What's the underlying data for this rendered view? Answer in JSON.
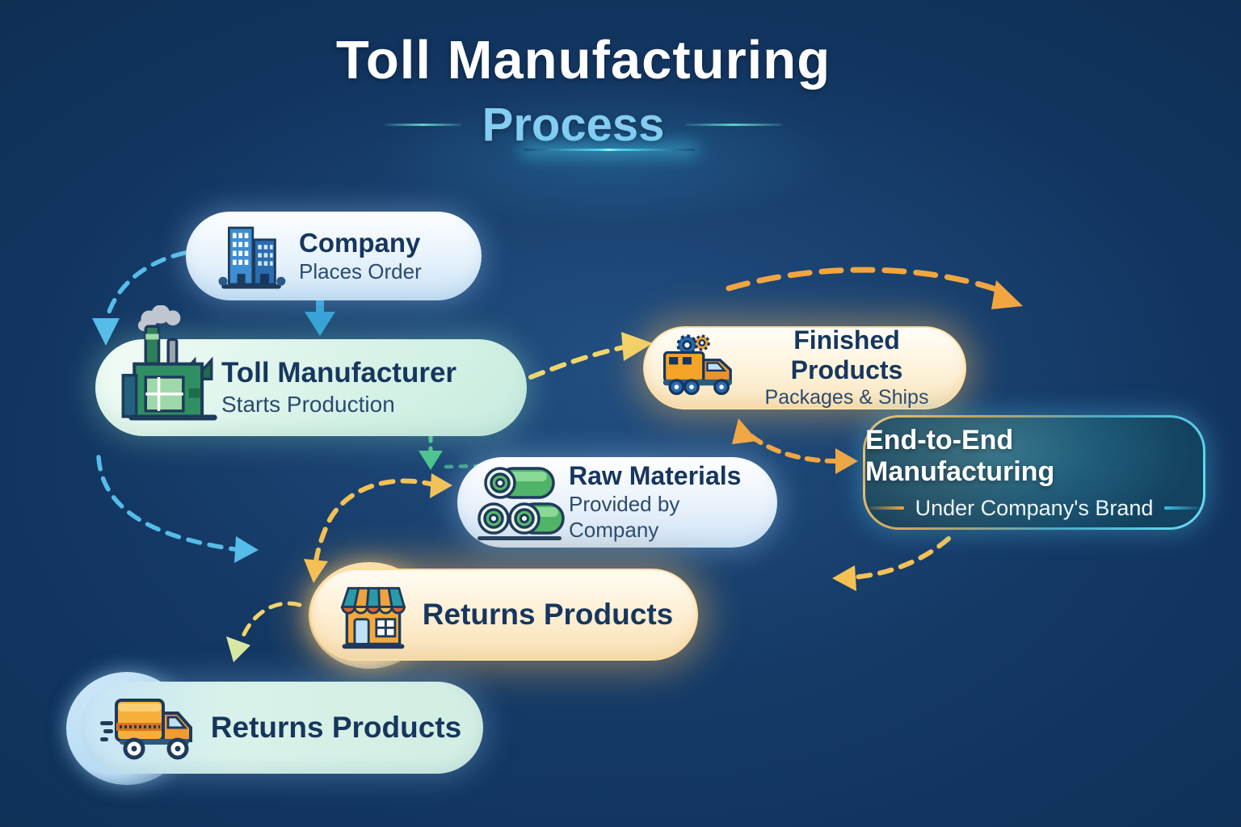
{
  "title": {
    "line1": "Toll Manufacturing",
    "line2": "Process"
  },
  "cards": {
    "company": {
      "title": "Company",
      "subtitle": "Places Order",
      "icon": "office-buildings-icon"
    },
    "toll_manufacturer": {
      "title": "Toll Manufacturer",
      "subtitle": "Starts Production",
      "icon": "factory-icon"
    },
    "finished_products": {
      "title": "Finished Products",
      "subtitle": "Packages & Ships",
      "icon": "truck-with-gears-icon"
    },
    "end_to_end": {
      "title": "End-to-End Manufacturing",
      "subtitle": "Under Company's Brand"
    },
    "raw_materials": {
      "title": "Raw Materials",
      "subtitle": "Provided by Company",
      "icon": "material-rolls-icon"
    },
    "returns_store": {
      "title": "Returns Products",
      "icon": "storefront-icon"
    },
    "returns_truck": {
      "title": "Returns Products",
      "icon": "delivery-truck-icon"
    }
  },
  "colors": {
    "background": "#123560",
    "title_line1": "#ffffff",
    "title_line2": "#85cdf2",
    "card_text": "#16365e",
    "arrow_blue": "#56bce9",
    "arrow_blue_solid": "#2f9fd6",
    "arrow_yellow": "#f2d56a",
    "arrow_orange": "#f2a640",
    "arrow_gold": "#f4c254",
    "arrow_green": "#4cc38e",
    "arrowhead_pale": "#d8e8a2"
  }
}
